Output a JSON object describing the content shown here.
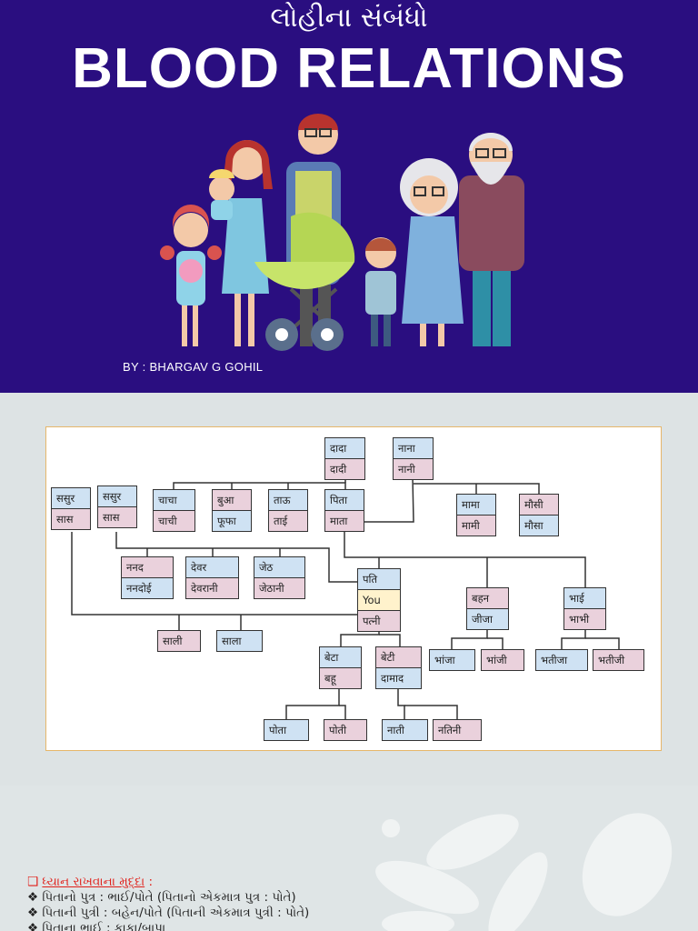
{
  "cover": {
    "subtitle": "લોહીના સંબંધો",
    "title": "BLOOD RELATIONS",
    "author": "BY : BHARGAV G GOHIL",
    "background": "#2a0e80"
  },
  "diagram": {
    "you_label": "You",
    "boxes": {
      "dada": [
        "दादा",
        "दादी"
      ],
      "nana": [
        "नाना",
        "नानी"
      ],
      "sasur1": [
        "ससुर",
        "सास"
      ],
      "sasur2": [
        "ससुर",
        "सास"
      ],
      "chacha": [
        "चाचा",
        "चाची"
      ],
      "bua": [
        "बुआ",
        "फूफा"
      ],
      "tau": [
        "ताऊ",
        "ताई"
      ],
      "pita": [
        "पिता",
        "माता"
      ],
      "mama": [
        "मामा",
        "मामी"
      ],
      "mausi": [
        "मौसी",
        "मौसा"
      ],
      "nanad": [
        "ननद",
        "ननदोई"
      ],
      "devar": [
        "देवर",
        "देवरानी"
      ],
      "jeth": [
        "जेठ",
        "जेठानी"
      ],
      "pati": [
        "पति",
        "You",
        "पत्नी"
      ],
      "behan": [
        "बहन",
        "जीजा"
      ],
      "bhai": [
        "भाई",
        "भाभी"
      ],
      "sali": [
        "साली"
      ],
      "sala": [
        "साला"
      ],
      "beta": [
        "बेटा",
        "बहू"
      ],
      "beti": [
        "बेटी",
        "दामाद"
      ],
      "bhanja": [
        "भांजा"
      ],
      "bhanji": [
        "भांजी"
      ],
      "bhatija": [
        "भतीजा"
      ],
      "bhatiji": [
        "भतीजी"
      ],
      "pota": [
        "पोता"
      ],
      "poti": [
        "पोती"
      ],
      "nati": [
        "नाती"
      ],
      "natini": [
        "नतिनी"
      ]
    },
    "colors": {
      "male": "#cfe2f3",
      "female": "#ead1dc",
      "you": "#fff2cc",
      "frame": "#e6b66a"
    }
  },
  "notes": {
    "heading_icon": "checkbox-square-icon",
    "heading": "ધ્યાન રાખવાના મુદ્દા",
    "heading_suffix": ":",
    "bullet_icon": "diamond-bullet-icon",
    "items": [
      "પિતાનો પુત્ર : ભાઈ/પોતે (પિતાનો એકમાત્ર પુત્ર : પોતે)",
      "પિતાની પુત્રી : બહેન/પોતે (પિતાની એકમાત્ર પુત્રી : પોતે)",
      "પિતાના ભાઈ : કાકા/બાપા"
    ]
  }
}
